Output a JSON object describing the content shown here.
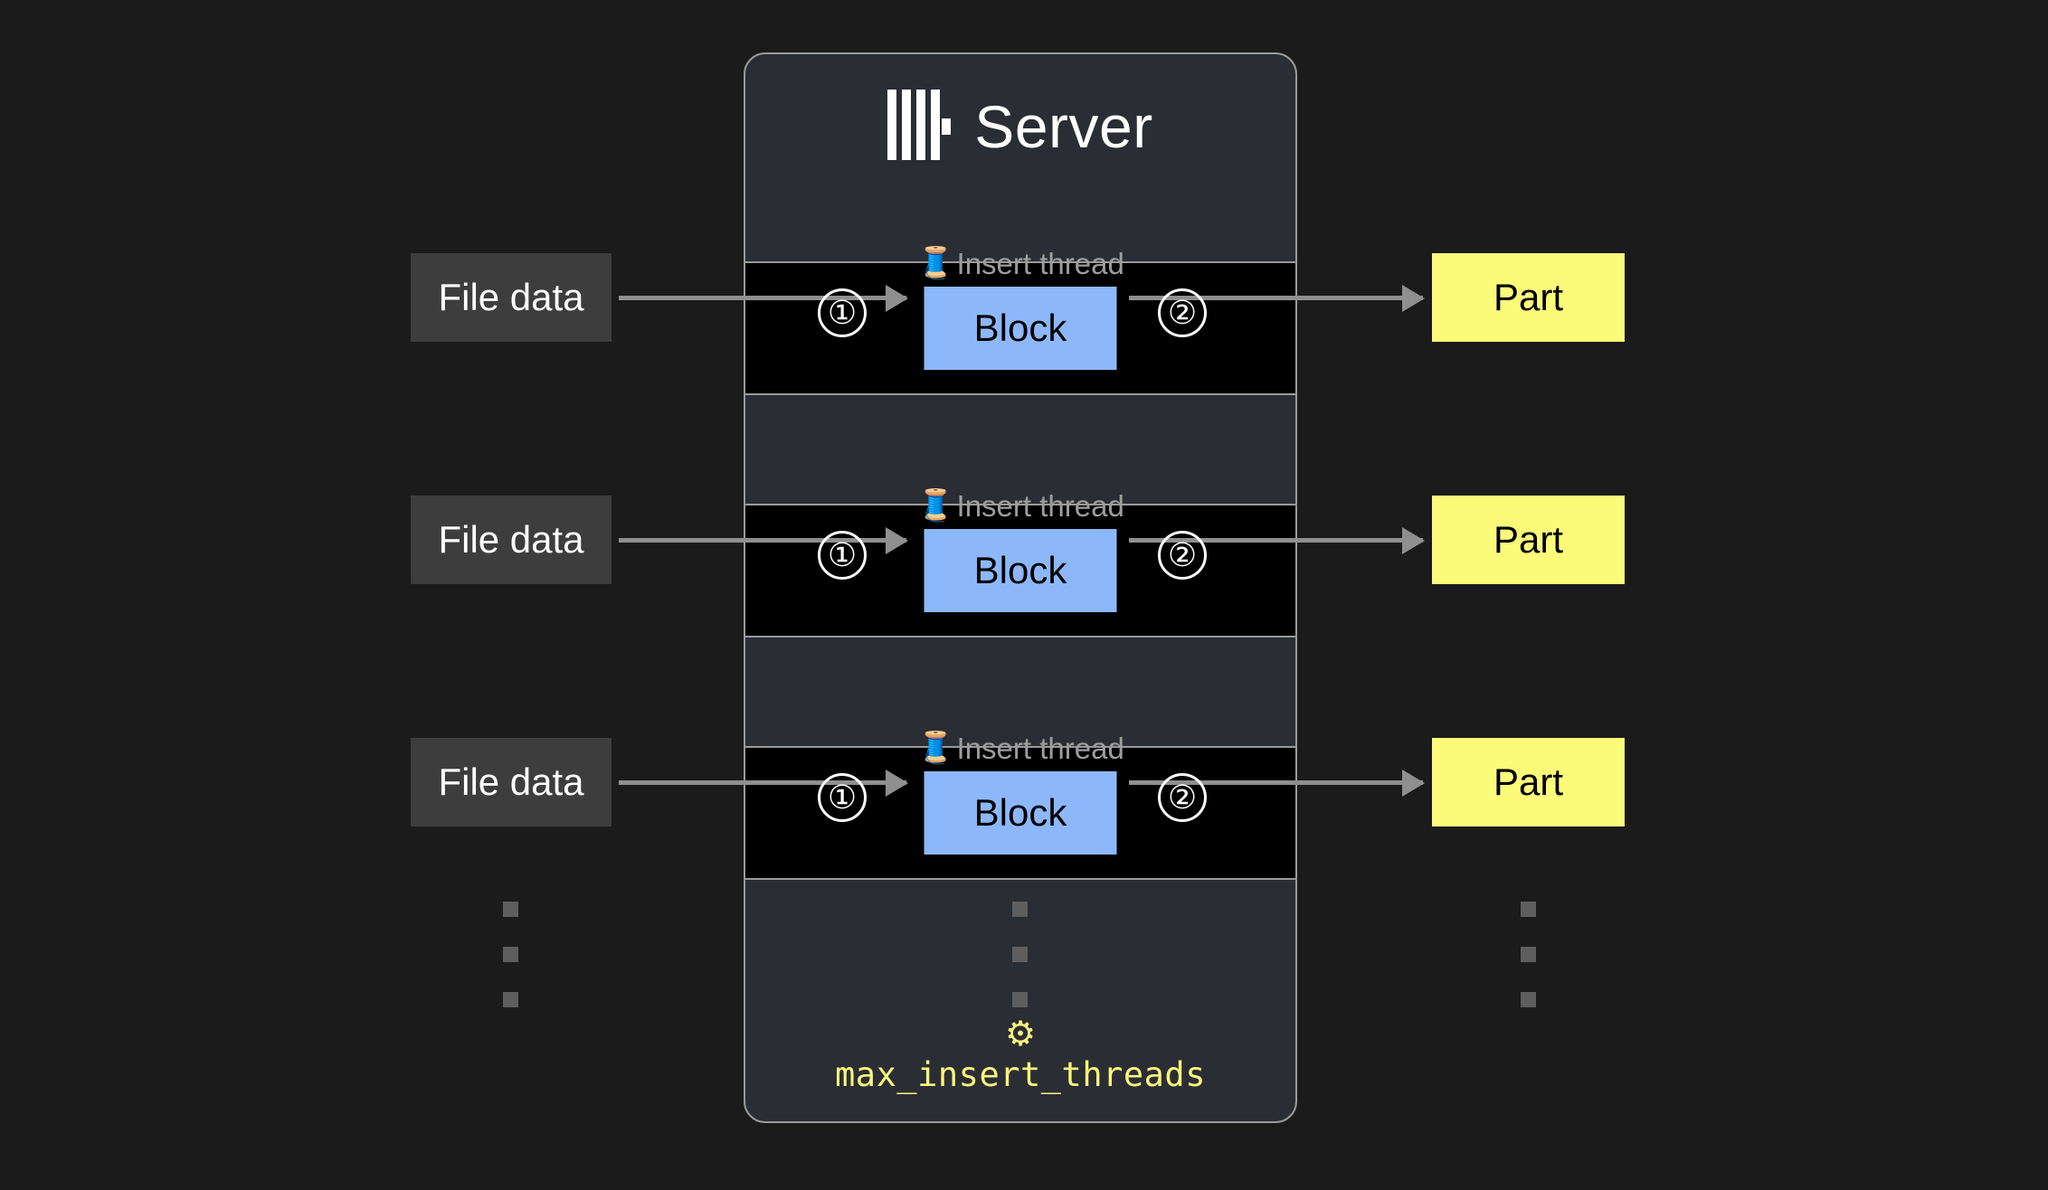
{
  "diagram": {
    "background_color": "#1b1b1b",
    "title": "Server"
  },
  "server": {
    "title": "Server",
    "logo_icon": "clickhouse-logo-icon",
    "panel_color": "#2b2d34",
    "border_color": "#9a9a9a"
  },
  "threads": [
    {
      "label": "Insert thread",
      "spool_icon": "🧵",
      "step_in": "①",
      "step_out": "②",
      "block_label": "Block",
      "block_color": "#8cb8fb",
      "input_label": "File data",
      "input_color": "#3d3d3d",
      "output_label": "Part",
      "output_color": "#fbfb7a"
    },
    {
      "label": "Insert thread",
      "spool_icon": "🧵",
      "step_in": "①",
      "step_out": "②",
      "block_label": "Block",
      "block_color": "#8cb8fb",
      "input_label": "File data",
      "input_color": "#3d3d3d",
      "output_label": "Part",
      "output_color": "#fbfb7a"
    },
    {
      "label": "Insert thread",
      "spool_icon": "🧵",
      "step_in": "①",
      "step_out": "②",
      "block_label": "Block",
      "block_color": "#8cb8fb",
      "input_label": "File data",
      "input_color": "#3d3d3d",
      "output_label": "Part",
      "output_color": "#fbfb7a"
    }
  ],
  "ellipsis": {
    "dot_count": 3,
    "dot_color": "#5e5e5e"
  },
  "setting": {
    "gear_icon": "⚙",
    "name": "max_insert_threads",
    "color": "#f7f77c"
  }
}
